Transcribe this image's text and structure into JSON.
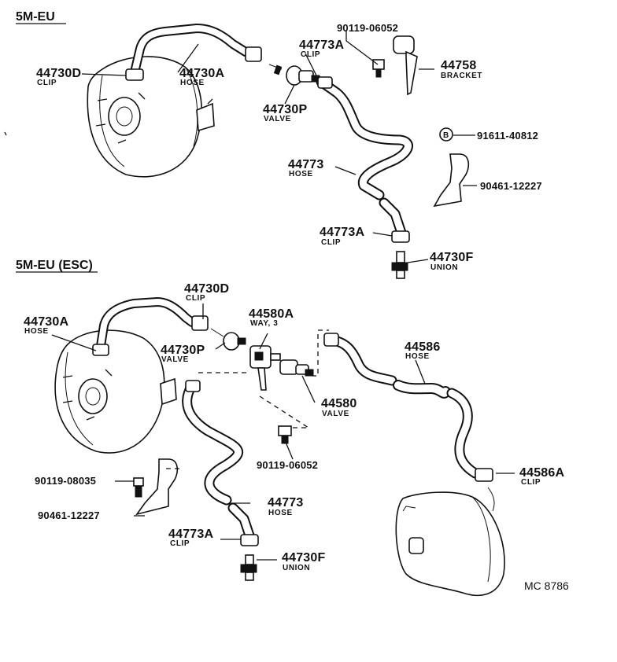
{
  "sections": [
    {
      "heading": "5M-EU"
    },
    {
      "heading": "5M-EU (ESC)"
    }
  ],
  "top_labels": {
    "p44730D_num": "44730D",
    "p44730D_desc": "CLIP",
    "p44730A_num": "44730A",
    "p44730A_desc": "HOSE",
    "p44730P_num": "44730P",
    "p44730P_desc": "VALVE",
    "p90119_num": "90119-06052",
    "p44773A_top_num": "44773A",
    "p44773A_top_desc": "CLIP",
    "p44758_num": "44758",
    "p44758_desc": "BRACKET",
    "circle_b": "B",
    "p91611_num": "91611-40812",
    "p90461_num": "90461-12227",
    "p44773_num": "44773",
    "p44773_desc": "HOSE",
    "p44773A_bot_num": "44773A",
    "p44773A_bot_desc": "CLIP",
    "p44730F_num": "44730F",
    "p44730F_desc": "UNION"
  },
  "bottom_labels": {
    "p44730D_num": "44730D",
    "p44730D_desc": "CLIP",
    "p44730A_num": "44730A",
    "p44730A_desc": "HOSE",
    "p44580A_num": "44580A",
    "p44580A_desc": "WAY, 3",
    "p44730P_num": "44730P",
    "p44730P_desc": "VALVE",
    "p44586_num": "44586",
    "p44586_desc": "HOSE",
    "p44580_num": "44580",
    "p44580_desc": "VALVE",
    "p90119_06052_num": "90119-06052",
    "p90119_08035_num": "90119-08035",
    "p90461_num": "90461-12227",
    "p44773_num": "44773",
    "p44773_desc": "HOSE",
    "p44773A_num": "44773A",
    "p44773A_desc": "CLIP",
    "p44730F_num": "44730F",
    "p44730F_desc": "UNION",
    "p44586A_num": "44586A",
    "p44586A_desc": "CLIP"
  },
  "footer": {
    "code": "MC 8786"
  }
}
